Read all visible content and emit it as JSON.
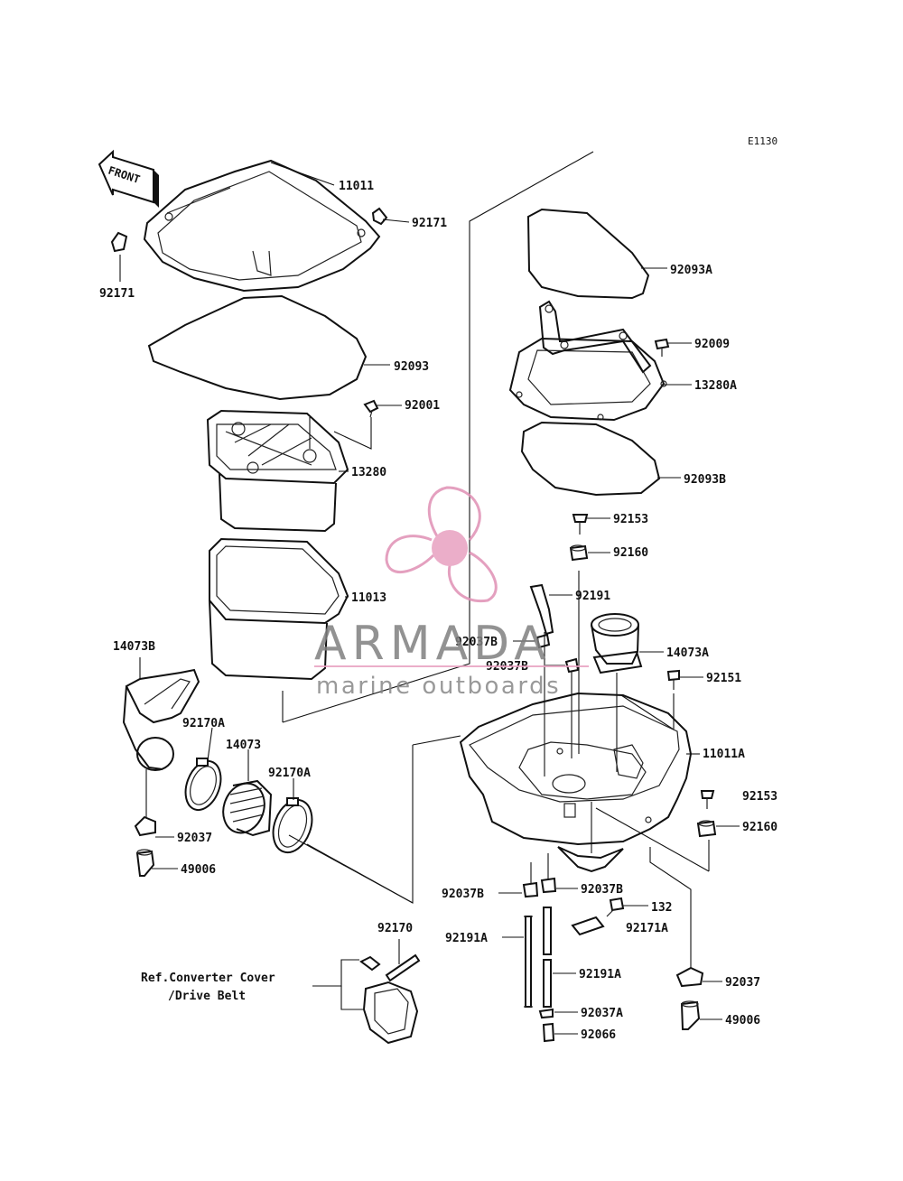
{
  "diagram_code": "E1130",
  "front_arrow_text": "FRONT",
  "reference_note": {
    "line1": "Ref.Converter Cover",
    "line2": "/Drive Belt"
  },
  "watermark": {
    "brand": "ARMADA",
    "tagline": "marine outboards",
    "color": "#e8a0c0"
  },
  "parts": [
    {
      "id": "p11011",
      "label": "11011"
    },
    {
      "id": "p92171_r",
      "label": "92171"
    },
    {
      "id": "p92171_l",
      "label": "92171"
    },
    {
      "id": "p92093",
      "label": "92093"
    },
    {
      "id": "p92001",
      "label": "92001"
    },
    {
      "id": "p13280",
      "label": "13280"
    },
    {
      "id": "p11013",
      "label": "11013"
    },
    {
      "id": "p92093A",
      "label": "92093A"
    },
    {
      "id": "p92009",
      "label": "92009"
    },
    {
      "id": "p13280A",
      "label": "13280A"
    },
    {
      "id": "p92093B",
      "label": "92093B"
    },
    {
      "id": "p92153_a",
      "label": "92153"
    },
    {
      "id": "p92160_a",
      "label": "92160"
    },
    {
      "id": "p92191",
      "label": "92191"
    },
    {
      "id": "p92037B_a",
      "label": "92037B"
    },
    {
      "id": "p92037B_b",
      "label": "92037B"
    },
    {
      "id": "p14073A",
      "label": "14073A"
    },
    {
      "id": "p92151",
      "label": "92151"
    },
    {
      "id": "p11011A",
      "label": "11011A"
    },
    {
      "id": "p92153_b",
      "label": "92153"
    },
    {
      "id": "p92160_b",
      "label": "92160"
    },
    {
      "id": "p14073B",
      "label": "14073B"
    },
    {
      "id": "p92170A_a",
      "label": "92170A"
    },
    {
      "id": "p14073",
      "label": "14073"
    },
    {
      "id": "p92170A_b",
      "label": "92170A"
    },
    {
      "id": "p92037_a",
      "label": "92037"
    },
    {
      "id": "p49006_a",
      "label": "49006"
    },
    {
      "id": "p92037B_c",
      "label": "92037B"
    },
    {
      "id": "p92037B_d",
      "label": "92037B"
    },
    {
      "id": "p132",
      "label": "132"
    },
    {
      "id": "p92171A",
      "label": "92171A"
    },
    {
      "id": "p92191A_a",
      "label": "92191A"
    },
    {
      "id": "p92191A_b",
      "label": "92191A"
    },
    {
      "id": "p92170",
      "label": "92170"
    },
    {
      "id": "p92037_b",
      "label": "92037"
    },
    {
      "id": "p92037A",
      "label": "92037A"
    },
    {
      "id": "p92066",
      "label": "92066"
    },
    {
      "id": "p49006_b",
      "label": "49006"
    }
  ]
}
